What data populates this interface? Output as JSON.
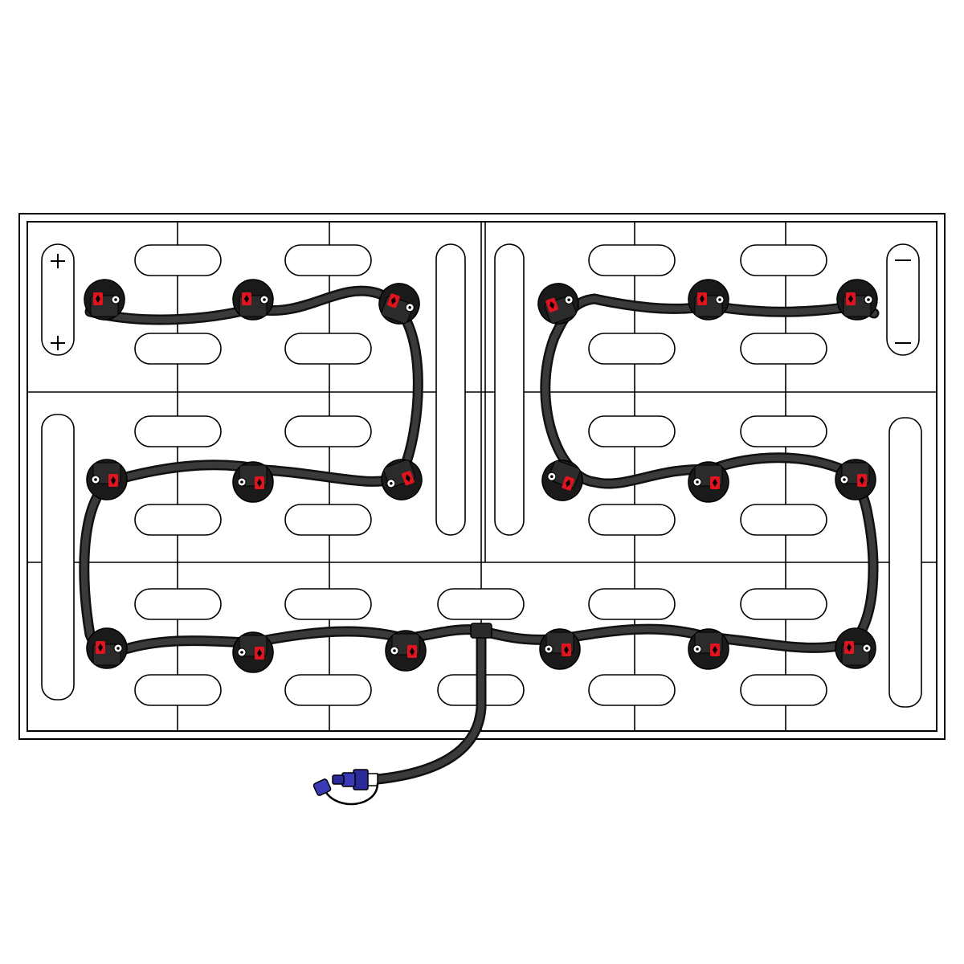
{
  "colors": {
    "background": "#ffffff",
    "outline": "#000000",
    "hose": "#3a3a3a",
    "hose_edge": "#111111",
    "cap": "#1a1a1a",
    "cap_indicator": "#e0141e",
    "coupler": "#2a2a9a"
  },
  "terminals": {
    "positive_symbol": "+",
    "negative_symbol": "−"
  },
  "diagram": {
    "cell_rows": 3,
    "cell_columns": 6,
    "watering_caps": 18,
    "main_line_tees": 1,
    "fill_couplers": 1
  }
}
